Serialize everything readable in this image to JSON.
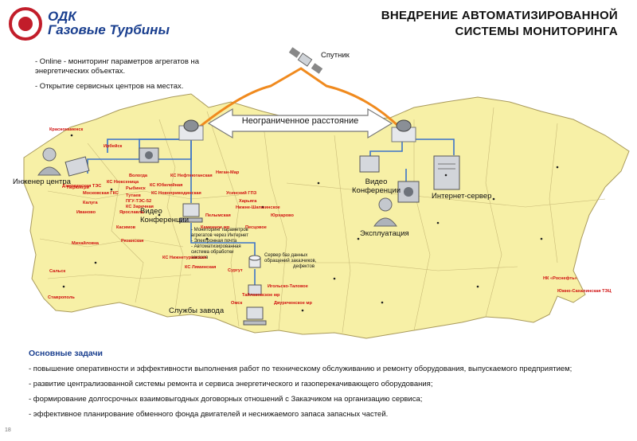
{
  "header": {
    "logo_line1": "ОДК",
    "logo_line2": "Газовые Турбины",
    "title_line1": "ВНЕДРЕНИЕ  АВТОМАТИЗИРОВАННОЙ",
    "title_line2": "СИСТЕМЫ  МОНИТОРИНГА"
  },
  "intro": [
    "- Online  -  мониторинг  параметров  агрегатов  на энергетических  объектах.",
    "- Открытие  сервисных  центров  на местах."
  ],
  "diagram": {
    "satellite": "Спутник",
    "unlimited_distance": "Неограниченное  расстояние",
    "engineering_center": "Инженер центра",
    "video_conf_left": "Видео Конференции",
    "video_conf_right_1": "Видео",
    "video_conf_right_2": "Конференции",
    "internet_server": "Интернет-сервер",
    "operation": "Эксплуатация",
    "factory_services": "Службы завода",
    "db_server_1": "Сервер баз данных",
    "db_server_2": "обращений  заказчиков,",
    "db_server_3": "дефектов",
    "monitoring_notes": [
      "- Мониторинг  параметров",
      "агрегатов  через  Интернет",
      "- Электронная  почта",
      "- Автоматизированная",
      "система обработки",
      "заказов"
    ],
    "colors": {
      "map_fill": "#f7f0a6",
      "map_border": "#a99a5c",
      "link_blue": "#3b73c8",
      "arrow_orange": "#f08a1e",
      "city_red": "#d01010"
    }
  },
  "cities": [
    "Краснокаменск",
    "Ирбейск",
    "Нерюнгри",
    "КС Нюксеница",
    "Вологда",
    "КС Нефтеюганская",
    "Няган-Мар",
    "Рыбинск",
    "КС Юбилейная",
    "Дзержинская ТЭС",
    "Московская ГКС",
    "ПГУ-ТЭС-52",
    "КС Новоприводинская",
    "Тутаев",
    "КС Заречная",
    "Усинский ГПЗ",
    "Калуга",
    "Ярославль",
    "Иваново",
    "Харьяга",
    "Нижне-Шапшинское",
    "Юрхарово",
    "Пелымская",
    "Каменное мр",
    "Песцовое",
    "Касимов",
    "Михайловка",
    "Рязанская",
    "КС Нижнетуринская",
    "КС Ляминская",
    "Сальск",
    "Сургут",
    "Игольско-Таловое",
    "Тайлаковское мр",
    "Омск",
    "Двуреченское мр",
    "Ставрополь",
    "НК «Роснефть»",
    "Южно-Сахалинская ТЭЦ"
  ],
  "tasks": {
    "title": "Основные задачи",
    "items": [
      "- повышение оперативности и эффективности выполнения работ по техническому обслуживанию и ремонту оборудования, выпускаемого предприятием;",
      "- развитие централизованной системы ремонта и сервиса энергетического и газоперекачивающего оборудования;",
      "- формирование долгосрочных взаимовыгодных договорных отношений с Заказчиком на организацию сервиса;",
      "- эффективное планирование обменного фонда двигателей и неснижаемого запаса запасных частей."
    ]
  },
  "page_number": "18"
}
